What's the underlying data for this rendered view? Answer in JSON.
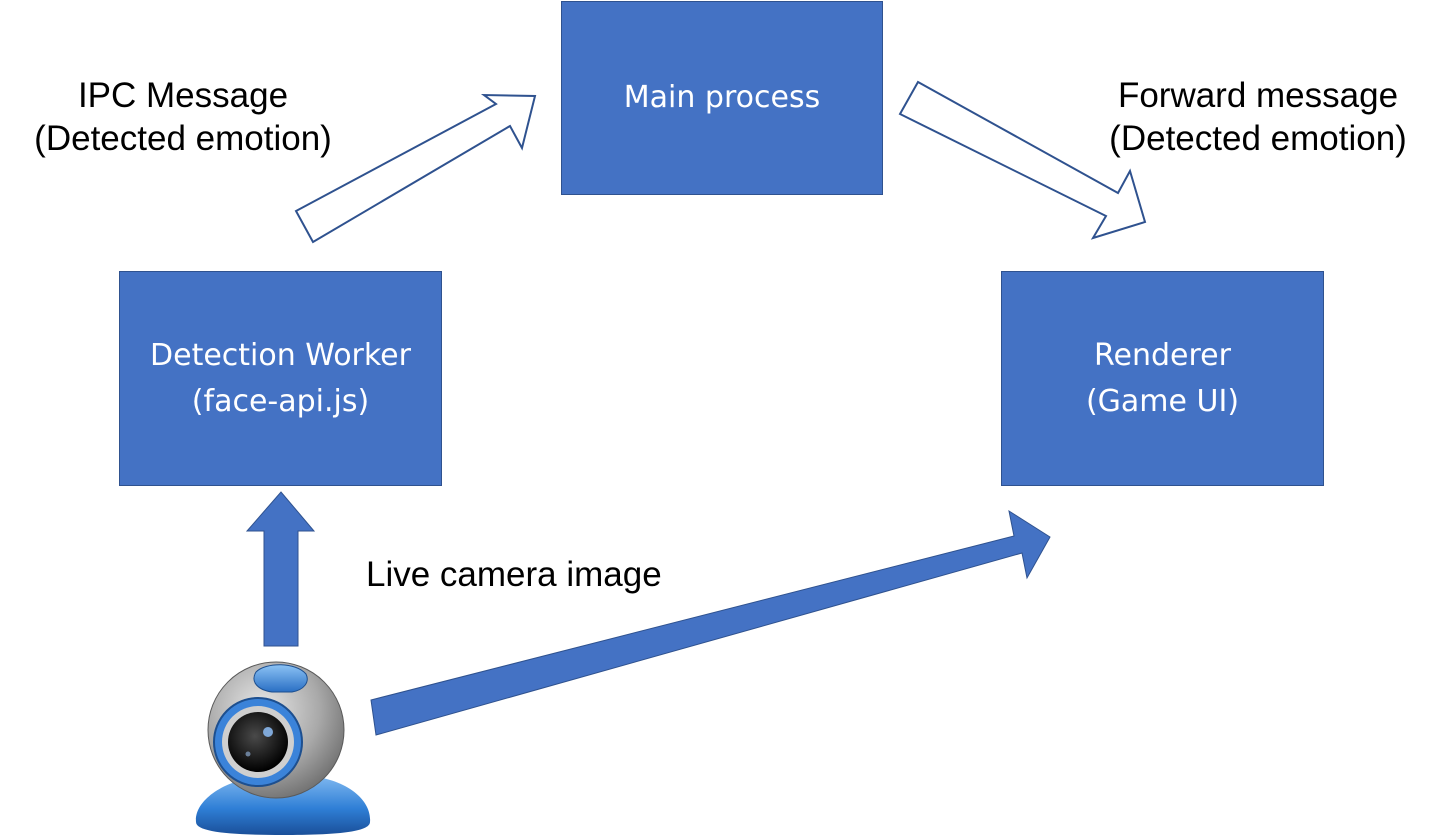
{
  "colors": {
    "box_fill": "#4472C4",
    "box_border": "#2F528F",
    "box_text": "#FFFFFF",
    "label_text": "#000000",
    "arrow_fill": "#4472C4",
    "hollow_arrow_stroke": "#2F528F"
  },
  "nodes": {
    "main": {
      "lines": [
        "Main process"
      ]
    },
    "detection": {
      "lines": [
        "Detection Worker",
        "(face-api.js)"
      ]
    },
    "renderer": {
      "lines": [
        "Renderer",
        "(Game UI)"
      ]
    }
  },
  "edges": {
    "ipc": {
      "lines": [
        "IPC Message",
        "(Detected emotion)"
      ]
    },
    "forward": {
      "lines": [
        "Forward message",
        "(Detected emotion)"
      ]
    },
    "live": {
      "lines": [
        "Live camera image"
      ]
    }
  },
  "icons": {
    "webcam": "webcam-icon"
  }
}
